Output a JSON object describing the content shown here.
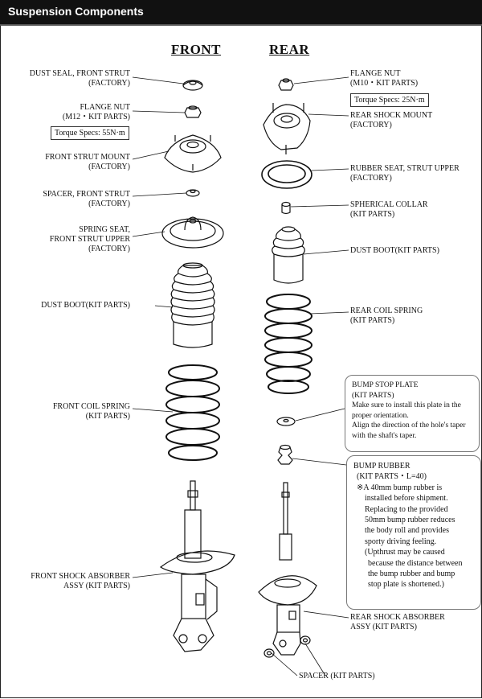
{
  "title": "Suspension Components",
  "headers": {
    "front": "FRONT",
    "rear": "REAR"
  },
  "front": {
    "dust_seal": [
      "DUST SEAL, FRONT STRUT",
      "(FACTORY)"
    ],
    "flange_nut": [
      "FLANGE NUT",
      "(M12・KIT PARTS)"
    ],
    "torque": "Torque Specs: 55N·m",
    "strut_mount": [
      "FRONT STRUT MOUNT",
      "(FACTORY)"
    ],
    "spacer": [
      "SPACER, FRONT STRUT",
      "(FACTORY)"
    ],
    "spring_seat": [
      "SPRING SEAT,",
      "FRONT STRUT UPPER",
      "(FACTORY)"
    ],
    "dust_boot": "DUST BOOT(KIT PARTS)",
    "coil_spring": [
      "FRONT COIL SPRING",
      "(KIT PARTS)"
    ],
    "shock": [
      "FRONT SHOCK ABSORBER",
      "ASSY (KIT PARTS)"
    ]
  },
  "rear": {
    "flange_nut": [
      "FLANGE NUT",
      "(M10・KIT PARTS)"
    ],
    "torque": "Torque Specs: 25N·m",
    "shock_mount": [
      "REAR SHOCK MOUNT",
      "(FACTORY)"
    ],
    "rubber_seat": [
      "RUBBER SEAT, STRUT UPPER",
      "(FACTORY)"
    ],
    "spherical_collar": [
      "SPHERICAL COLLAR",
      "(KIT PARTS)"
    ],
    "dust_boot": "DUST BOOT(KIT PARTS)",
    "coil_spring": [
      "REAR COIL SPRING",
      "(KIT PARTS)"
    ],
    "bump_stop_plate": {
      "lines": [
        "BUMP STOP PLATE",
        "(KIT PARTS)",
        "Make sure to install this plate in the",
        "proper orientation.",
        "Align the direction of the hole's taper",
        "with the shaft's taper."
      ]
    },
    "bump_rubber": {
      "lines": [
        "BUMP RUBBER",
        "(KIT PARTS・L=40)",
        "※A 40mm bump rubber is",
        "installed before shipment.",
        "Replacing to the provided",
        "50mm bump rubber reduces",
        "the body roll and provides",
        "sporty driving feeling.",
        "(Upthrust may be caused",
        "because the distance between",
        "the bump rubber and bump",
        "stop plate is shortened.)"
      ]
    },
    "shock": [
      "REAR SHOCK ABSORBER",
      "ASSY (KIT PARTS)"
    ],
    "spacer": "SPACER (KIT PARTS)"
  }
}
